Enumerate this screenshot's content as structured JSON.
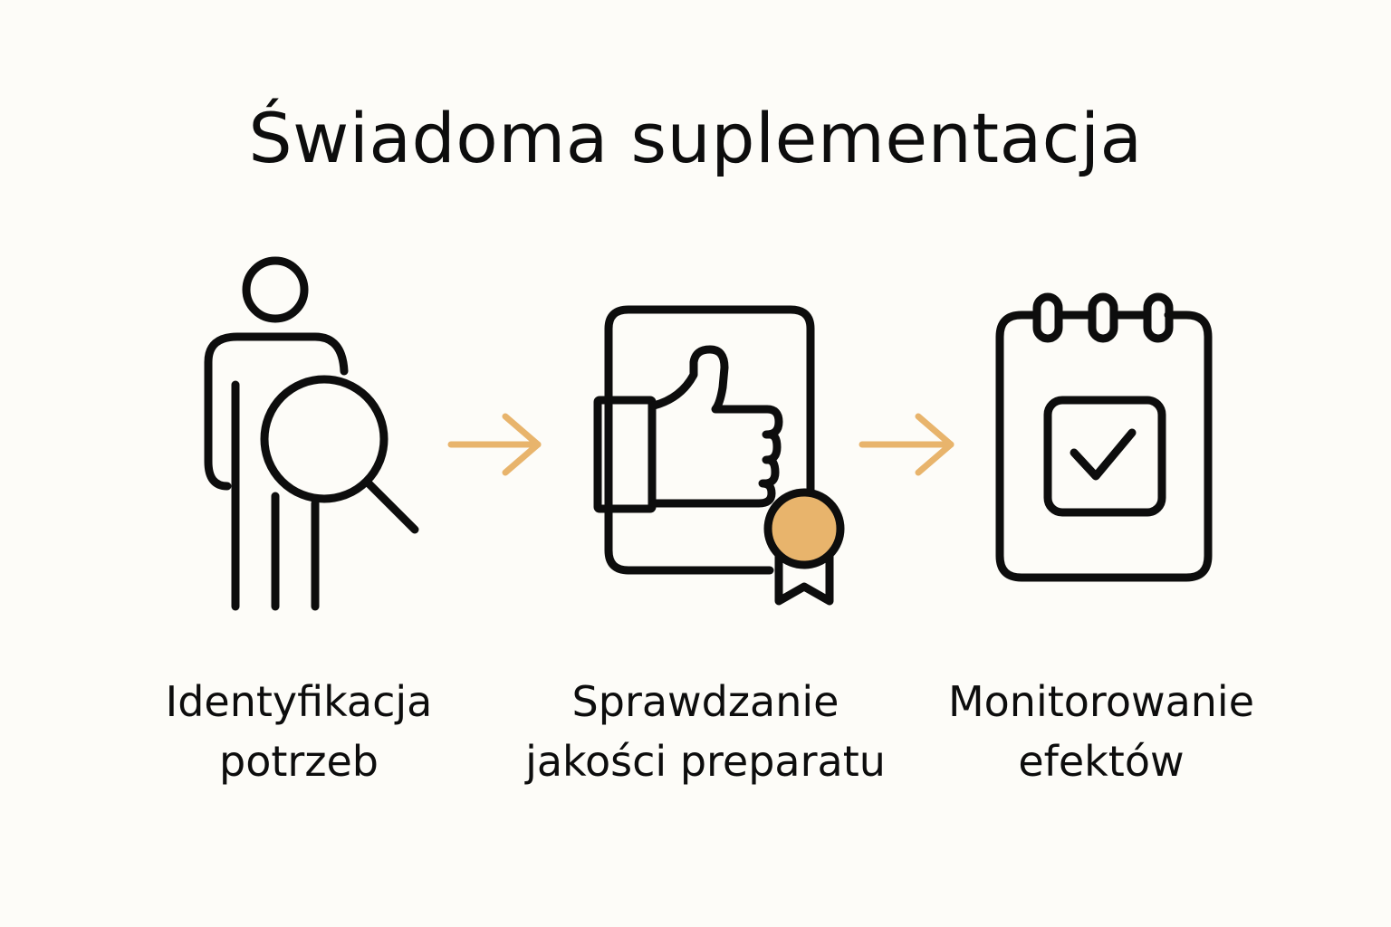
{
  "title": "Świadoma suplementacja",
  "accent_color": "#e8b46c",
  "stroke_color": "#0d0d0d",
  "steps": [
    {
      "icon": "person-magnifier-icon",
      "label_line1": "Identyfikacja",
      "label_line2": "potrzeb"
    },
    {
      "icon": "thumbs-up-certificate-icon",
      "label_line1": "Sprawdzanie",
      "label_line2": "jakości preparatu"
    },
    {
      "icon": "calendar-check-icon",
      "label_line1": "Monitorowanie",
      "label_line2": "efektów"
    }
  ],
  "connectors": [
    "arrow-right-icon",
    "arrow-right-icon"
  ]
}
